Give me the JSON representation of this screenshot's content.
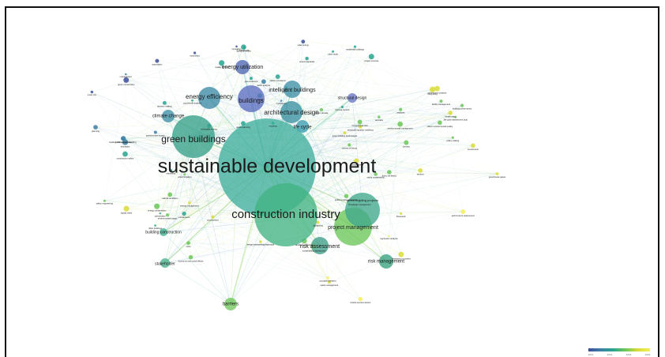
{
  "diagram": {
    "type": "bibliometric-co-occurrence-network",
    "colors": {
      "edge_blue": "#8fa8dc",
      "edge_teal": "#7ccfb6",
      "edge_green": "#a6dc7a",
      "edge_yellow": "#e3e06a",
      "scale": [
        "#3b4f9c",
        "#3d7fa3",
        "#2aa58f",
        "#6cc75a",
        "#d9dc3a",
        "#f4ee5a"
      ]
    },
    "major_terms": [
      {
        "label": "sustainable development",
        "color": "#3fae9c"
      },
      {
        "label": "construction industry",
        "color": "#42b483"
      },
      {
        "label": "green buildings",
        "color": "#34a088"
      },
      {
        "label": "buildings",
        "color": "#5b6dc0"
      },
      {
        "label": "architectural design",
        "color": "#3a8fa2"
      },
      {
        "label": "intelligent buildings",
        "color": "#3d8fa6"
      },
      {
        "label": "energy efficiency",
        "color": "#3c8aa6"
      },
      {
        "label": "energy utilization",
        "color": "#4f68b5"
      },
      {
        "label": "risk assessment",
        "color": "#3d9d88"
      },
      {
        "label": "risk management",
        "color": "#37a27f"
      },
      {
        "label": "project management",
        "color": "#6cc75a"
      },
      {
        "label": "life cycle",
        "color": "#3a9db0"
      },
      {
        "label": "climate change",
        "color": "#3d8fa6"
      },
      {
        "label": "barriers",
        "color": "#72c75d"
      },
      {
        "label": "stakeholder",
        "color": "#49b18c"
      },
      {
        "label": "structural design",
        "color": "#6c73c4"
      },
      {
        "label": "building construction",
        "color": "#3fae90"
      },
      {
        "label": "green building projects",
        "color": "#40a88c"
      }
    ],
    "minor_terms": [
      "greenhouse gases",
      "gas emissions",
      "carbon emissions",
      "carbon dioxide",
      "global warming",
      "life cycle assessment (lca)",
      "indoor environmental quality",
      "building performance",
      "thermal comfort",
      "energy conservation",
      "energy use",
      "building information modelling",
      "internet of things",
      "automation",
      "environmental impact",
      "economic and social effects",
      "environmental management",
      "decision making",
      "surveys",
      "questionnaire survey",
      "case study",
      "framework",
      "fuzzy set theory",
      "safety engineering",
      "construction projects",
      "contractors",
      "public-private partnership",
      "factor analysis",
      "structural equation modeling",
      "regression analysis",
      "management",
      "critical success factors",
      "design/methodology/approach",
      "performance assessment",
      "united kingdom",
      "developing countries",
      "hong kong",
      "china",
      "australia",
      "malaysia",
      "nigeria",
      "sustainability assessment",
      "green construction",
      "renewable energy",
      "solar energy",
      "natural ventilation",
      "building materials",
      "recycling",
      "waste management",
      "cost benefit analysis",
      "project success",
      "competition",
      "innovation",
      "knowledge management",
      "smart city",
      "occupant behavior",
      "sensors",
      "office buildings",
      "residential buildings",
      "retrofitting",
      "daylighting",
      "simulation",
      "optimization",
      "energy management",
      "project appraisal",
      "investments",
      "costs",
      "planning",
      "literature review",
      "supply chain",
      "procurement",
      "quality control",
      "accident prevention",
      "health risks",
      "construction safety",
      "occupational risks",
      "maintenance",
      "facility management",
      "green building technologies",
      "social sustainability",
      "economics",
      "policy making"
    ],
    "legend": {
      "ticks": [
        "2014",
        "2016",
        "2018",
        "2020"
      ]
    }
  }
}
